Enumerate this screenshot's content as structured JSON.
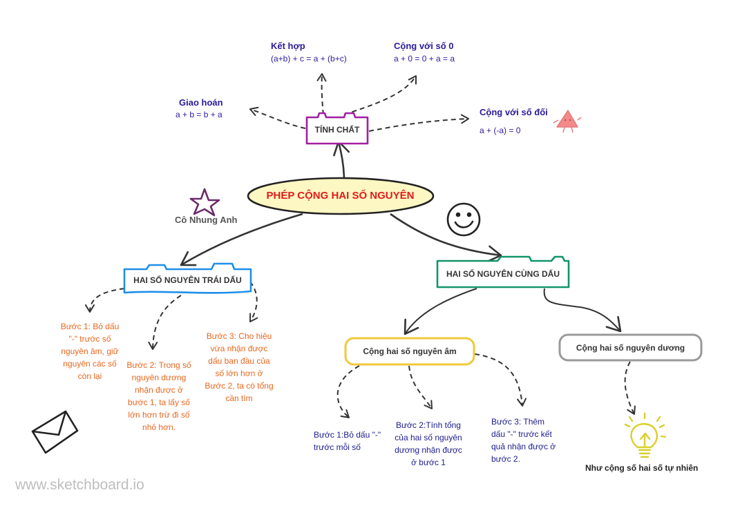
{
  "main_topic": "PHÉP CỘNG HAI SỐ NGUYÊN",
  "author": "Cô Nhung Anh",
  "watermark": "www.sketchboard.io",
  "properties": {
    "label": "TÍNH CHẤT",
    "commutative": {
      "title": "Giao hoán",
      "formula": "a + b = b + a"
    },
    "associative": {
      "title": "Kết hợp",
      "formula": "(a+b) + c = a + (b+c)"
    },
    "add_zero": {
      "title": "Cộng với số 0",
      "formula": "a + 0 = 0 + a = a"
    },
    "add_opposite": {
      "title": "Cộng với số đối",
      "formula": "a + (-a) = 0"
    }
  },
  "opposite_signs": {
    "label": "HAI SỐ NGUYÊN TRÁI DẤU",
    "step1": [
      "Bước 1: Bỏ dấu",
      "\"-\" trước số",
      "nguyên âm, giữ",
      "nguyên các số",
      "còn lại"
    ],
    "step2": [
      "Bước 2: Trong số",
      "nguyên dương",
      "nhận được ở",
      "bước 1, ta lấy số",
      "lớn hơn trừ đi số",
      "nhỏ hơn."
    ],
    "step3": [
      "Bước 3: Cho hiệu",
      "vừa nhận được",
      "dấu ban đầu của",
      "số lớn hơn ở",
      "Bước 2, ta có tổng",
      "cần tìm"
    ]
  },
  "same_signs": {
    "label": "HAI SỐ NGUYÊN CÙNG DẤU",
    "negative": {
      "label": "Cộng hai số nguyên âm",
      "step1": [
        "Bước 1:Bỏ dấu \"-\"",
        "trước mỗi số"
      ],
      "step2": [
        "Bước 2:Tính tổng",
        "của hai số nguyên",
        "dương nhận được",
        "ở bước 1"
      ],
      "step3": [
        "Bước 3: Thêm",
        "dấu \"-\" trước kết",
        "quả nhận được ở",
        "bước 2."
      ]
    },
    "positive": {
      "label": "Cộng hai số nguyên dương",
      "note": "Như cộng số hai số tự nhiên"
    }
  },
  "colors": {
    "main_fill": "#fdf7c3",
    "main_text": "#e01b1b",
    "properties_border": "#a01fa0",
    "opposite_border": "#1e8fe8",
    "same_border": "#11956b",
    "negative_border": "#f0c93a",
    "positive_border": "#9a9a9a",
    "connector": "#333333",
    "navy_text": "#2b1a9a",
    "orange_text": "#e8661e",
    "star": "#6a2a6a",
    "bulb": "#d9cf2a",
    "triangle": "#f28a8a"
  },
  "icons": [
    "star-icon",
    "smiley-icon",
    "envelope-icon",
    "lightbulb-icon",
    "triangle-creature-icon"
  ]
}
